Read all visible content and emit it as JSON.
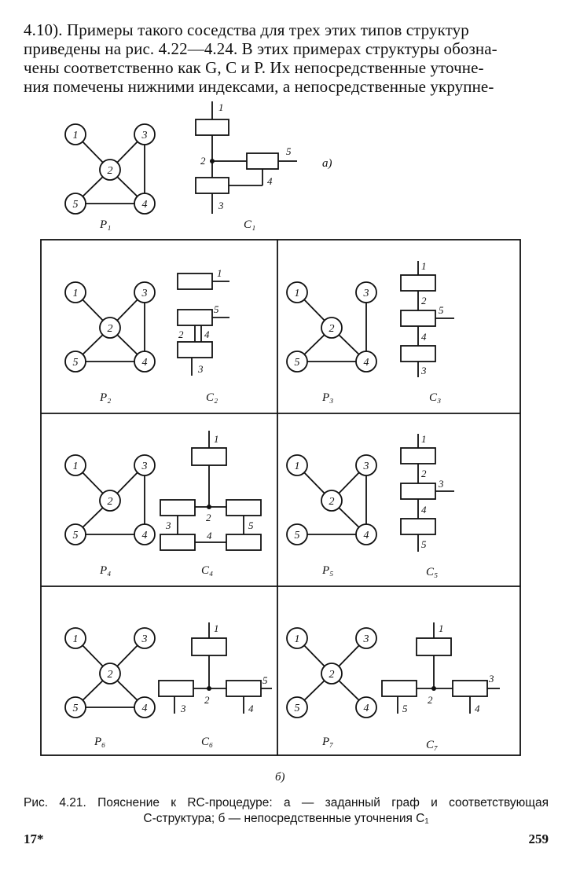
{
  "page": {
    "paragraph_lines": [
      "4.10). Примеры такого соседства для трех этих типов структур",
      "приведены на рис. 4.22—4.24. В этих примерах структуры обозна-",
      "чены соответственно как G, C и P. Их непосредственные уточне-",
      "ния помечены нижними индексами, а непосредственные укрупне-"
    ],
    "caption_line1": "Рис. 4.21. Пояснение к RC-процедуре: а — заданный граф и соответствующая",
    "caption_line2": "C-структура; б — непосредственные уточнения C₁",
    "signature_mark": "17*",
    "page_number": "259"
  },
  "figure": {
    "part_a_label": "а)",
    "part_b_label": "б)",
    "node_labels": [
      "1",
      "2",
      "3",
      "4",
      "5"
    ],
    "panels": [
      {
        "p_label": "P₁",
        "c_label": "C₁"
      },
      {
        "p_label": "P₂",
        "c_label": "C₂"
      },
      {
        "p_label": "P₃",
        "c_label": "C₃"
      },
      {
        "p_label": "P₄",
        "c_label": "C₄"
      },
      {
        "p_label": "P₅",
        "c_label": "C₅"
      },
      {
        "p_label": "P₆",
        "c_label": "C₆"
      },
      {
        "p_label": "P₇",
        "c_label": "C₇"
      }
    ]
  }
}
